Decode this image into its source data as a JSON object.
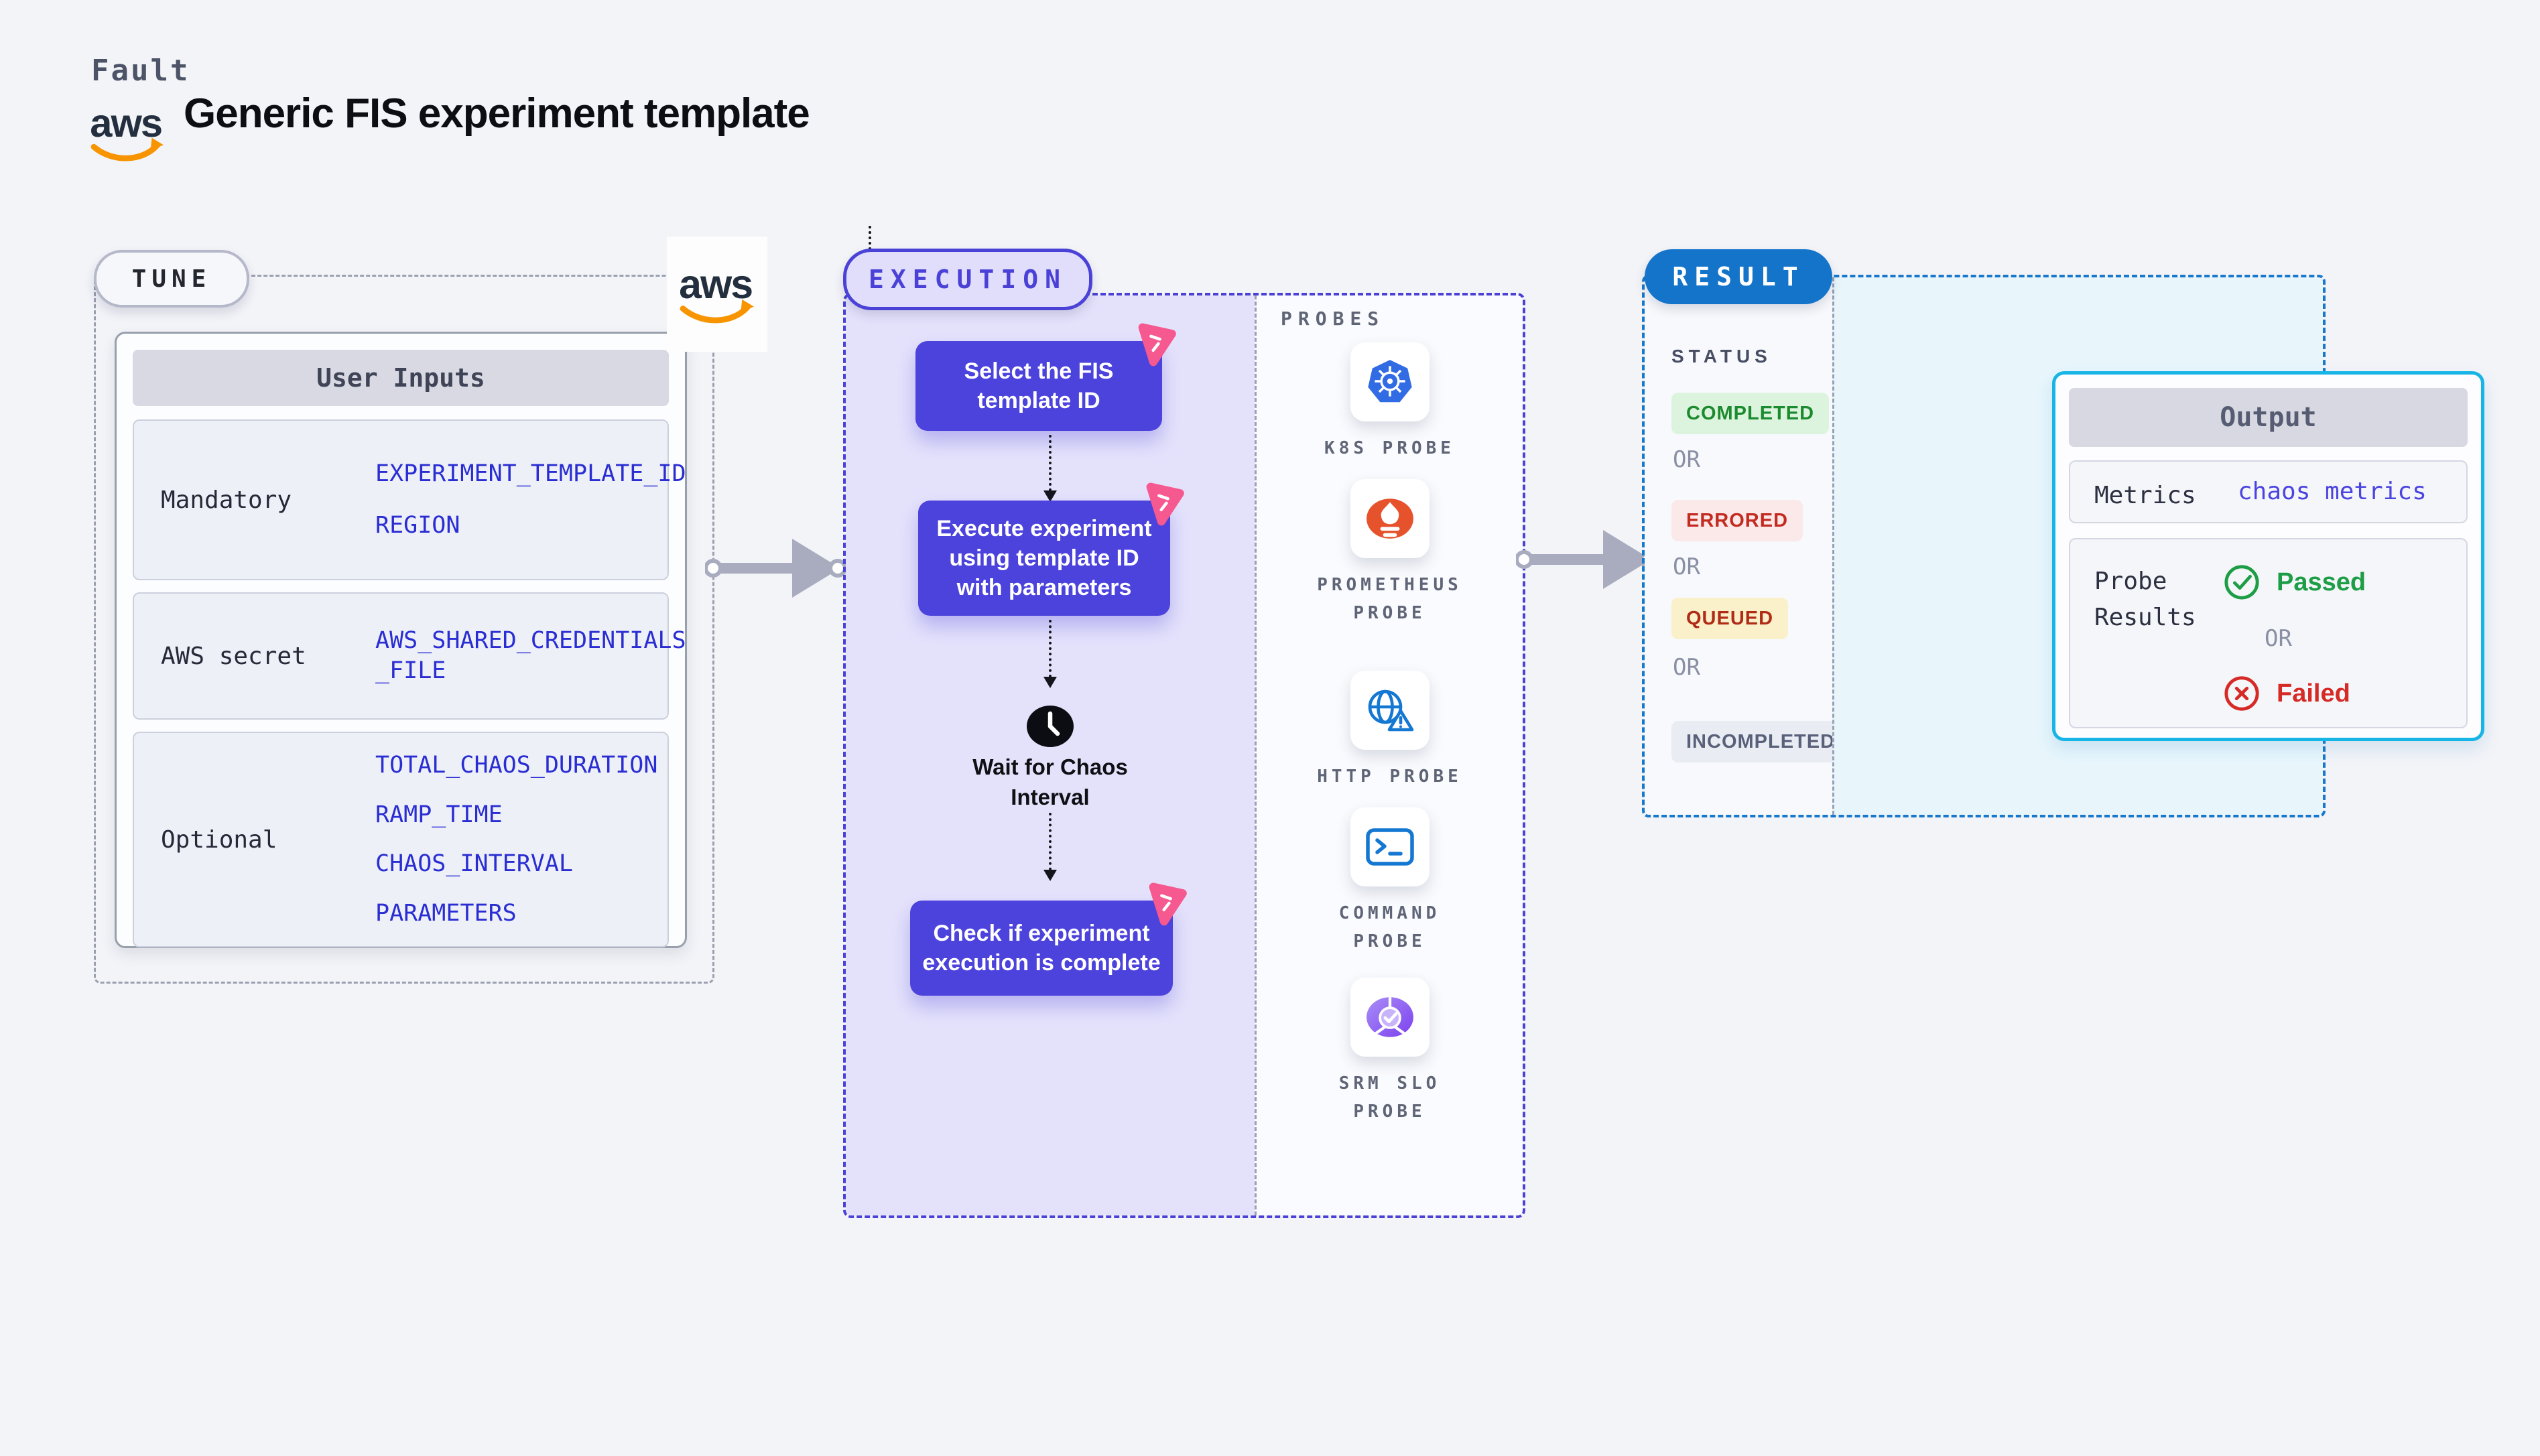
{
  "header": {
    "brand": "Fault",
    "title": "Generic FIS experiment template",
    "aws_logo": "aws"
  },
  "tune": {
    "badge": "TUNE",
    "table": {
      "header": "User Inputs",
      "rows": [
        {
          "label": "Mandatory",
          "values": [
            "EXPERIMENT_TEMPLATE_ID",
            "REGION"
          ]
        },
        {
          "label": "AWS secret",
          "values": [
            "AWS_SHARED_CREDENTIALS_FILE"
          ]
        },
        {
          "label": "Optional",
          "values": [
            "TOTAL_CHAOS_DURATION",
            "RAMP_TIME",
            "CHAOS_INTERVAL",
            "PARAMETERS"
          ]
        }
      ]
    }
  },
  "execution": {
    "badge": "EXECUTION",
    "steps": [
      "Select the FIS template ID",
      "Execute experiment using template ID with parameters"
    ],
    "wait_label": "Wait for Chaos Interval",
    "check_step": "Check if experiment execution is complete"
  },
  "probes": {
    "title": "PROBES",
    "items": [
      {
        "label": "K8S PROBE",
        "icon": "kubernetes-icon"
      },
      {
        "label": "PROMETHEUS PROBE",
        "icon": "prometheus-icon"
      },
      {
        "label": "HTTP PROBE",
        "icon": "globe-warning-icon"
      },
      {
        "label": "COMMAND PROBE",
        "icon": "terminal-icon"
      },
      {
        "label": "SRM SLO PROBE",
        "icon": "srm-slo-icon"
      }
    ]
  },
  "result": {
    "badge": "RESULT",
    "status": {
      "title": "STATUS",
      "separator": "OR",
      "items": [
        {
          "label": "COMPLETED",
          "fg": "#1c8a2e",
          "bg": "#dcf4de"
        },
        {
          "label": "ERRORED",
          "fg": "#c32a20",
          "bg": "#fbe9e9"
        },
        {
          "label": "QUEUED",
          "fg": "#b02c16",
          "bg": "#faf0ca"
        },
        {
          "label": "INCOMPLETED",
          "fg": "#59617a",
          "bg": "#e9ecf3"
        }
      ]
    },
    "output": {
      "header": "Output",
      "metrics_label": "Metrics",
      "metrics_value": "chaos metrics",
      "probe_results_label": "Probe Results",
      "passed": "Passed",
      "or": "OR",
      "failed": "Failed"
    }
  },
  "colors": {
    "page_bg": "#f3f4f8",
    "accent_indigo": "#4a41d6",
    "execution_fill": "#e4e2fb",
    "step_fill": "#4c42dc",
    "pink_badge": "#f6598f",
    "value_blue": "#2a2ed2",
    "result_pill_blue": "#1474c9",
    "result_border_blue": "#1878cc",
    "output_border_cyan": "#17b5e6",
    "result_right_bg": "#e8f6fc",
    "arrow_gray": "#a9abbf",
    "aws_orange": "#f79400",
    "kubernetes_blue": "#326ce5",
    "prometheus_orange": "#e6522c",
    "http_blue": "#1478d2",
    "srm_purple": "#7c40ee",
    "passed_green": "#1d9e46",
    "failed_red": "#d62a26"
  }
}
